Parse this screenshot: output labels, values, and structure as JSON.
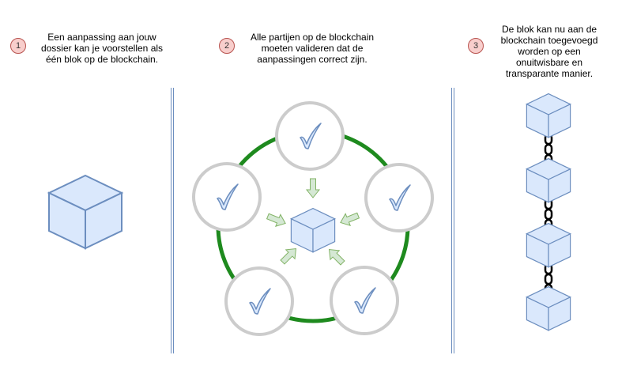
{
  "steps": [
    {
      "number": "1",
      "text": "Een aanpassing aan jouw dossier kan je voorstellen als één blok op de blockchain."
    },
    {
      "number": "2",
      "text": "Alle partijen op de blockchain moeten valideren dat de aanpassingen correct zijn."
    },
    {
      "number": "3",
      "text": "De blok kan nu aan de blockchain toegevoegd worden op een onuitwisbare en transparante manier."
    }
  ],
  "colors": {
    "cube_fill": "#dae8fc",
    "cube_stroke": "#6c8ebf",
    "ring": "#1e8a1e",
    "node_border": "#cccccc",
    "arrow_fill": "#d5e8d4",
    "arrow_stroke": "#82b366",
    "badge_fill": "#f8cecc",
    "badge_stroke": "#b85450",
    "chain": "#000000"
  },
  "icons": [
    "cube-icon",
    "checkmark-icon",
    "arrow-icon",
    "chain-link-icon"
  ]
}
